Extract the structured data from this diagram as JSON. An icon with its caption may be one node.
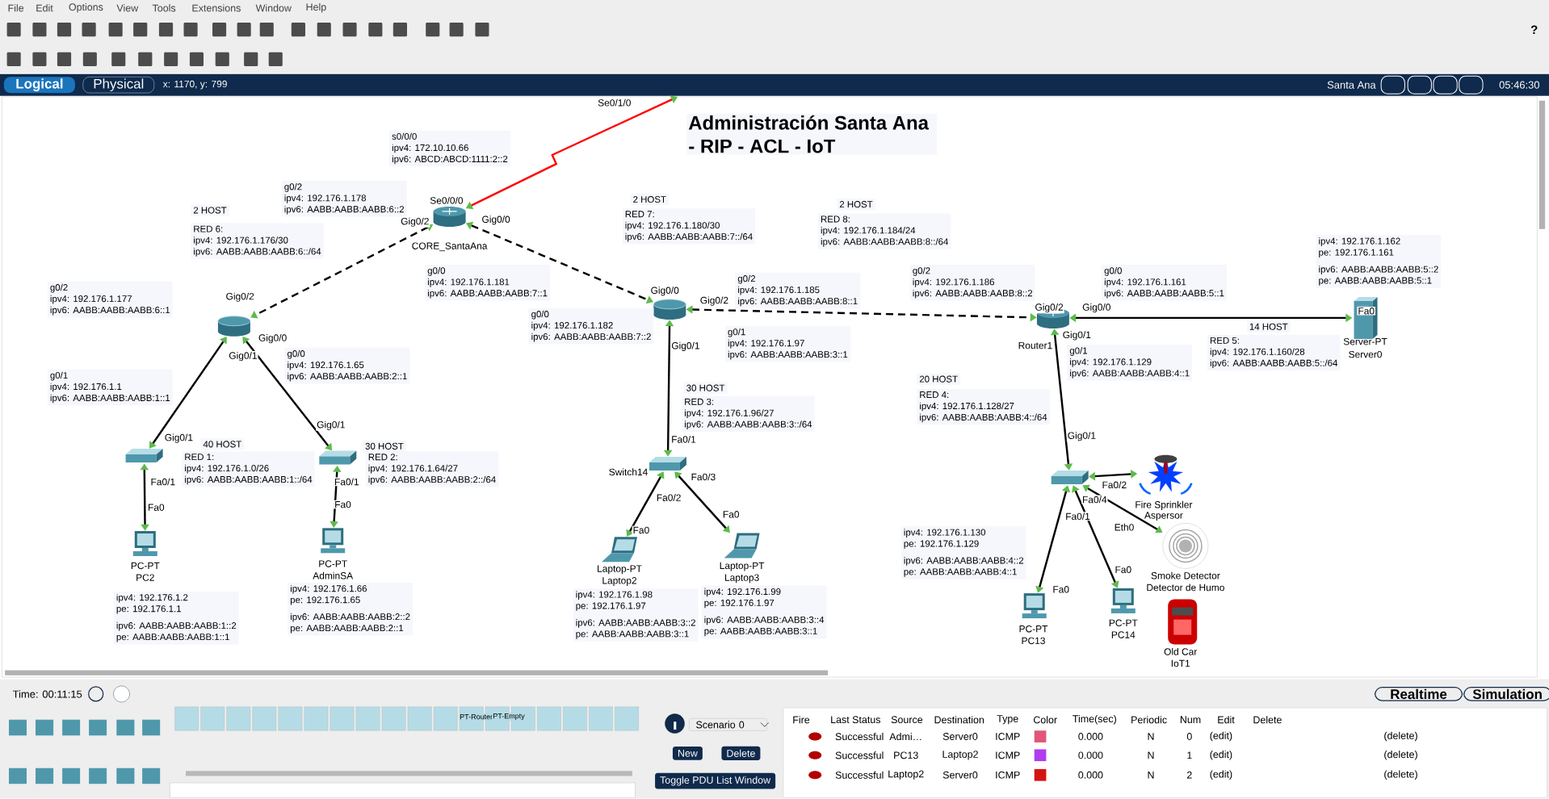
{
  "diagram": {
    "title": "Administración Santa Ana - RIP - ACL - IoT",
    "nodes": [
      {
        "text": [
          "CORE_SantaAna"
        ]
      },
      {
        "text": [],
        "shape": "cylinder"
      },
      {
        "text": [],
        "shape": "cylinder"
      },
      {
        "text": [
          "Router1"
        ]
      },
      {
        "text": [],
        "shape": "picture"
      },
      {
        "text": [],
        "shape": "picture"
      },
      {
        "text": [
          "Switch14"
        ]
      },
      {
        "text": [],
        "shape": "picture"
      },
      {
        "text": [
          "PC-PT",
          "PC2"
        ]
      },
      {
        "text": [
          "PC-PT",
          "AdminSA"
        ]
      },
      {
        "text": [
          "Laptop-PT",
          "Laptop2"
        ]
      },
      {
        "text": [
          "Laptop-PT",
          "Laptop3"
        ]
      },
      {
        "text": [
          "Server-PT",
          "Server0"
        ]
      },
      {
        "text": [
          "PC-PT",
          "PC13"
        ]
      },
      {
        "text": [
          "PC-PT",
          "PC14"
        ]
      },
      {
        "text": [
          "Fire Sprinkler",
          "Aspersor"
        ]
      },
      {
        "text": [
          "Smoke Detector",
          "Detector de Humo"
        ]
      },
      {
        "text": [
          "Old Car",
          "IoT1"
        ]
      },
      {
        "text": [
          "s0/0/0",
          "ipv4: 172.10.10.66",
          "ipv6: ABCD:ABCD:1111:2::2"
        ]
      },
      {
        "text": [
          "g0/2",
          "ipv4: 192.176.1.178",
          "ipv6: AABB:AABB:AABB:6::2"
        ]
      },
      {
        "text": [
          "2 HOST"
        ]
      },
      {
        "text": [
          "RED 6:",
          "ipv4: 192.176.1.176/30",
          "ipv6: AABB:AABB:AABB:6::/64"
        ]
      },
      {
        "text": [
          "g0/0",
          "ipv4: 192.176.1.181",
          "ipv6: AABB:AABB:AABB:7::1"
        ]
      },
      {
        "text": [
          "2 HOST"
        ]
      },
      {
        "text": [
          "RED 7:",
          "ipv4: 192.176.1.180/30",
          "ipv6: AABB:AABB:AABB:7::/64"
        ]
      },
      {
        "text": [
          "2 HOST"
        ]
      },
      {
        "text": [
          "RED 8:",
          "ipv4: 192.176.1.184/24",
          "ipv6: AABB:AABB:AABB:8::/64"
        ]
      },
      {
        "text": [
          "g0/2",
          "ipv4: 192.176.1.177",
          "ipv6: AABB:AABB:AABB:6::1"
        ]
      },
      {
        "text": [
          "g0/2",
          "ipv4: 192.176.1.185",
          "ipv6: AABB:AABB:AABB:8::1"
        ]
      },
      {
        "text": [
          "g0/2",
          "ipv4: 192.176.1.186",
          "ipv6: AABB:AABB:AABB:8::2"
        ]
      },
      {
        "text": [
          "g0/0",
          "ipv4: 192.176.1.161",
          "ipv6: AABB:AABB:AABB:5::1"
        ]
      },
      {
        "text": [
          "ipv4: 192.176.1.162",
          "pe: 192.176.1.161",
          "ipv6: AABB:AABB:AABB:5::2",
          "pe: AABB:AABB:AABB:5::1"
        ]
      },
      {
        "text": [
          "g0/0",
          "ipv4: 192.176.1.182",
          "ipv6: AABB:AABB:AABB:7::2"
        ]
      },
      {
        "text": [
          "g0/1",
          "ipv4: 192.176.1.97",
          "ipv6: AABB:AABB:AABB:3::1"
        ]
      },
      {
        "text": [
          "14 HOST"
        ]
      },
      {
        "text": [
          "RED 5:",
          "ipv4: 192.176.1.160/28",
          "ipv6: AABB:AABB:AABB:5::/64"
        ]
      },
      {
        "text": [
          "g0/1",
          "ipv4: 192.176.1.1",
          "ipv6: AABB:AABB:AABB:1::1"
        ]
      },
      {
        "text": [
          "g0/0",
          "ipv4: 192.176.1.65",
          "ipv6: AABB:AABB:AABB:2::1"
        ]
      },
      {
        "text": [
          "g0/1",
          "ipv4: 192.176.1.129",
          "ipv6: AABB:AABB:AABB:4::1"
        ]
      },
      {
        "text": [
          "20 HOST"
        ]
      },
      {
        "text": [
          "RED 4:",
          "ipv4: 192.176.1.128/27",
          "ipv6: AABB:AABB:AABB:4::/64"
        ]
      },
      {
        "text": [
          "30 HOST"
        ]
      },
      {
        "text": [
          "RED 3:",
          "ipv4: 192.176.1.96/27",
          "ipv6: AABB:AABB:AABB:3::/64"
        ]
      },
      {
        "text": [
          "40 HOST"
        ]
      },
      {
        "text": [
          "RED 1:",
          "ipv4: 192.176.1.0/26",
          "ipv6: AABB:AABB:AABB:1::/64"
        ]
      },
      {
        "text": [
          "30 HOST"
        ]
      },
      {
        "text": [
          "RED 2:",
          "ipv4: 192.176.1.64/27",
          "ipv6: AABB:AABB:AABB:2::/64"
        ]
      },
      {
        "text": [
          "ipv4: 192.176.1.130",
          "pe: 192.176.1.129",
          "ipv6: AABB:AABB:AABB:4::2",
          "pe: AABB:AABB:AABB:4::1"
        ]
      },
      {
        "text": [
          "ipv4: 192.176.1.2",
          "pe: 192.176.1.1",
          "ipv6: AABB:AABB:AABB:1::2",
          "pe: AABB:AABB:AABB:1::1"
        ]
      },
      {
        "text": [
          "ipv4: 192.176.1.66",
          "pe: 192.176.1.65",
          "ipv6: AABB:AABB:AABB:2::2",
          "pe: AABB:AABB:AABB:2::1"
        ]
      },
      {
        "text": [
          "ipv4: 192.176.1.98",
          "pe: 192.176.1.97",
          "ipv6: AABB:AABB:AABB:3::2",
          "pe: AABB:AABB:AABB:3::1"
        ]
      },
      {
        "text": [
          "ipv4: 192.176.1.99",
          "pe: 192.176.1.97",
          "ipv6: AABB:AABB:AABB:3::4",
          "pe: AABB:AABB:AABB:3::1"
        ]
      }
    ],
    "edges": [
      {
        "from": 0,
        "to": null,
        "arrow": "both",
        "color": "#ff0000"
      },
      {
        "from": 0,
        "to": 1,
        "arrow": "both",
        "style": "dashed"
      },
      {
        "from": 0,
        "to": 2,
        "arrow": "both",
        "style": "dashed"
      },
      {
        "from": 2,
        "to": 3,
        "arrow": "both",
        "style": "dashed"
      },
      {
        "from": 1,
        "to": 4,
        "arrow": "both"
      },
      {
        "from": 1,
        "to": 5,
        "arrow": "both"
      },
      {
        "from": 4,
        "to": 8,
        "arrow": "both"
      },
      {
        "from": 5,
        "to": 9,
        "arrow": "both"
      },
      {
        "from": 2,
        "to": 6,
        "arrow": "both"
      },
      {
        "from": 6,
        "to": 10,
        "arrow": "both"
      },
      {
        "from": 6,
        "to": 11,
        "arrow": "both"
      },
      {
        "from": 3,
        "to": 12,
        "arrow": "both"
      },
      {
        "from": 3,
        "to": 7,
        "arrow": "both"
      },
      {
        "from": 7,
        "to": 15,
        "arrow": "both"
      },
      {
        "from": 7,
        "to": 16,
        "arrow": "both"
      },
      {
        "from": 7,
        "to": 13,
        "arrow": "both"
      },
      {
        "from": 7,
        "to": 14,
        "arrow": "both"
      }
    ],
    "labels": [
      "Se0/1/0",
      "Se0/0/0",
      "Gig0/2",
      "Gig0/0",
      "Gig0/2",
      "Gig0/0",
      "Gig0/1",
      "Gig0/0",
      "Gig0/2",
      "Gig0/1",
      "Gig0/2",
      "Gig0/0",
      "Gig0/1",
      "Gig0/1",
      "Fa0/1",
      "Fa0",
      "Gig0/1",
      "Fa0/1",
      "Fa0",
      "Fa0/1",
      "Fa0/3",
      "Fa0/2",
      "Fa0",
      "Fa0",
      "Fa0",
      "Gig0/1",
      "Fa0/2",
      "Fa0/4",
      "Fa0/1",
      "Eth0",
      "Fa0",
      "Fa0",
      "File",
      "Edit",
      "Options",
      "View",
      "Tools",
      "Extensions",
      "Window",
      "Help",
      "?",
      "Logical",
      "Physical",
      "x: 1170, y: 799",
      "Santa Ana",
      "05:46:30",
      "Time: 00:11:15",
      "Realtime",
      "Simulation",
      "PT-Router",
      "PT-Empty",
      "Scenario 0",
      "New",
      "Delete",
      "Toggle PDU List Window",
      "Fire",
      "Last Status",
      "Source",
      "Destination",
      "Type",
      "Color",
      "Time(sec)",
      "Periodic",
      "Num",
      "Edit",
      "Delete",
      "Successful",
      "Admi…",
      "Server0",
      "ICMP",
      "0.000",
      "N",
      "0",
      "(edit)",
      "(delete)",
      "Successful",
      "PC13",
      "Laptop2",
      "ICMP",
      "0.000",
      "N",
      "1",
      "(edit)",
      "(delete)",
      "Successful",
      "Laptop2",
      "Server0",
      "ICMP",
      "0.000",
      "N",
      "2",
      "(edit)",
      "(delete)"
    ]
  }
}
